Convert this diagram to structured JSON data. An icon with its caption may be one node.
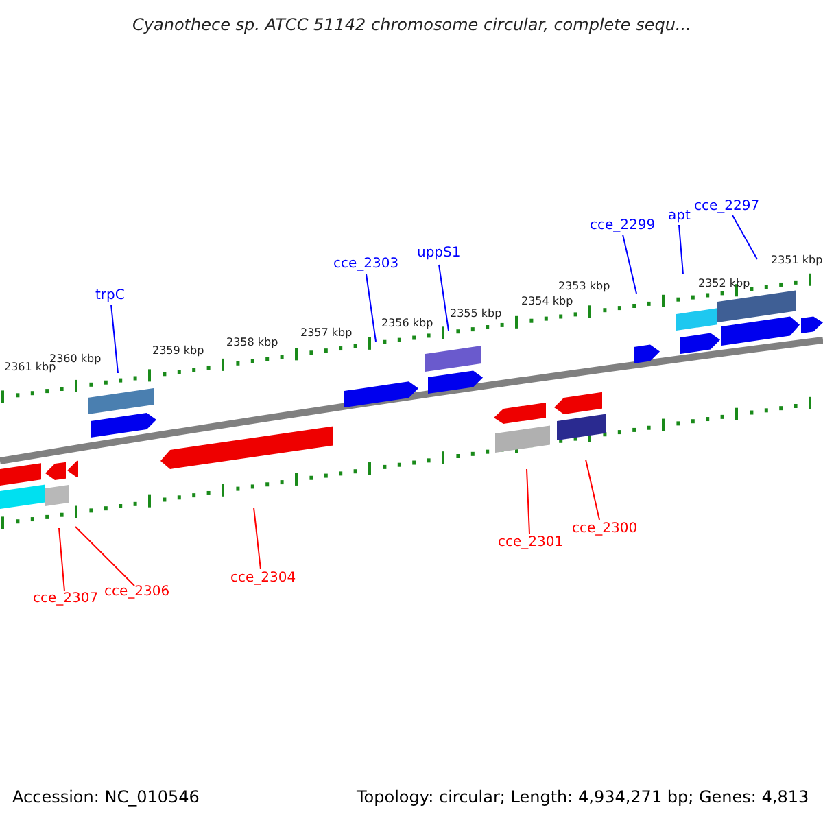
{
  "diagram": {
    "title": "Cyanothece sp. ATCC 51142 chromosome circular, complete sequ...",
    "nodes": [
      {
        "text": [
          "trpC"
        ]
      },
      {
        "text": [
          "cce_2303"
        ]
      },
      {
        "text": [
          "uppS1"
        ]
      },
      {
        "text": [
          "cce_2299"
        ]
      },
      {
        "text": [
          "apt"
        ]
      },
      {
        "text": [
          "cce_2297"
        ]
      },
      {
        "text": [
          "cce_2307"
        ]
      },
      {
        "text": [
          "cce_2306"
        ]
      },
      {
        "text": [
          "cce_2304"
        ]
      },
      {
        "text": [
          "cce_2301"
        ]
      },
      {
        "text": [
          "cce_2300"
        ]
      }
    ],
    "edges": [
      {
        "from": 0,
        "to": null,
        "arrow": "none"
      },
      {
        "from": 1,
        "to": null,
        "arrow": "none"
      },
      {
        "from": 2,
        "to": null,
        "arrow": "none"
      },
      {
        "from": 3,
        "to": null,
        "arrow": "none"
      },
      {
        "from": 4,
        "to": null,
        "arrow": "none"
      },
      {
        "from": 5,
        "to": null,
        "arrow": "none"
      },
      {
        "from": 6,
        "to": null,
        "arrow": "none",
        "color": "#ff0000"
      },
      {
        "from": 7,
        "to": null,
        "arrow": "none",
        "color": "#ff0000"
      },
      {
        "from": 8,
        "to": null,
        "arrow": "none",
        "color": "#ff0000"
      },
      {
        "from": 9,
        "to": null,
        "arrow": "none",
        "color": "#ff0000"
      },
      {
        "from": 10,
        "to": null,
        "arrow": "none",
        "color": "#ff0000"
      }
    ],
    "labels": [
      "2361 kbp",
      "2360 kbp",
      "2359 kbp",
      "2358 kbp",
      "2357 kbp",
      "2356 kbp",
      "2355 kbp",
      "2354 kbp",
      "2353 kbp",
      "2352 kbp",
      "2351 kbp",
      "Accession: NC_010546",
      "Topology: circular; Length: 4,934,271 bp; Genes: 4,813"
    ]
  }
}
